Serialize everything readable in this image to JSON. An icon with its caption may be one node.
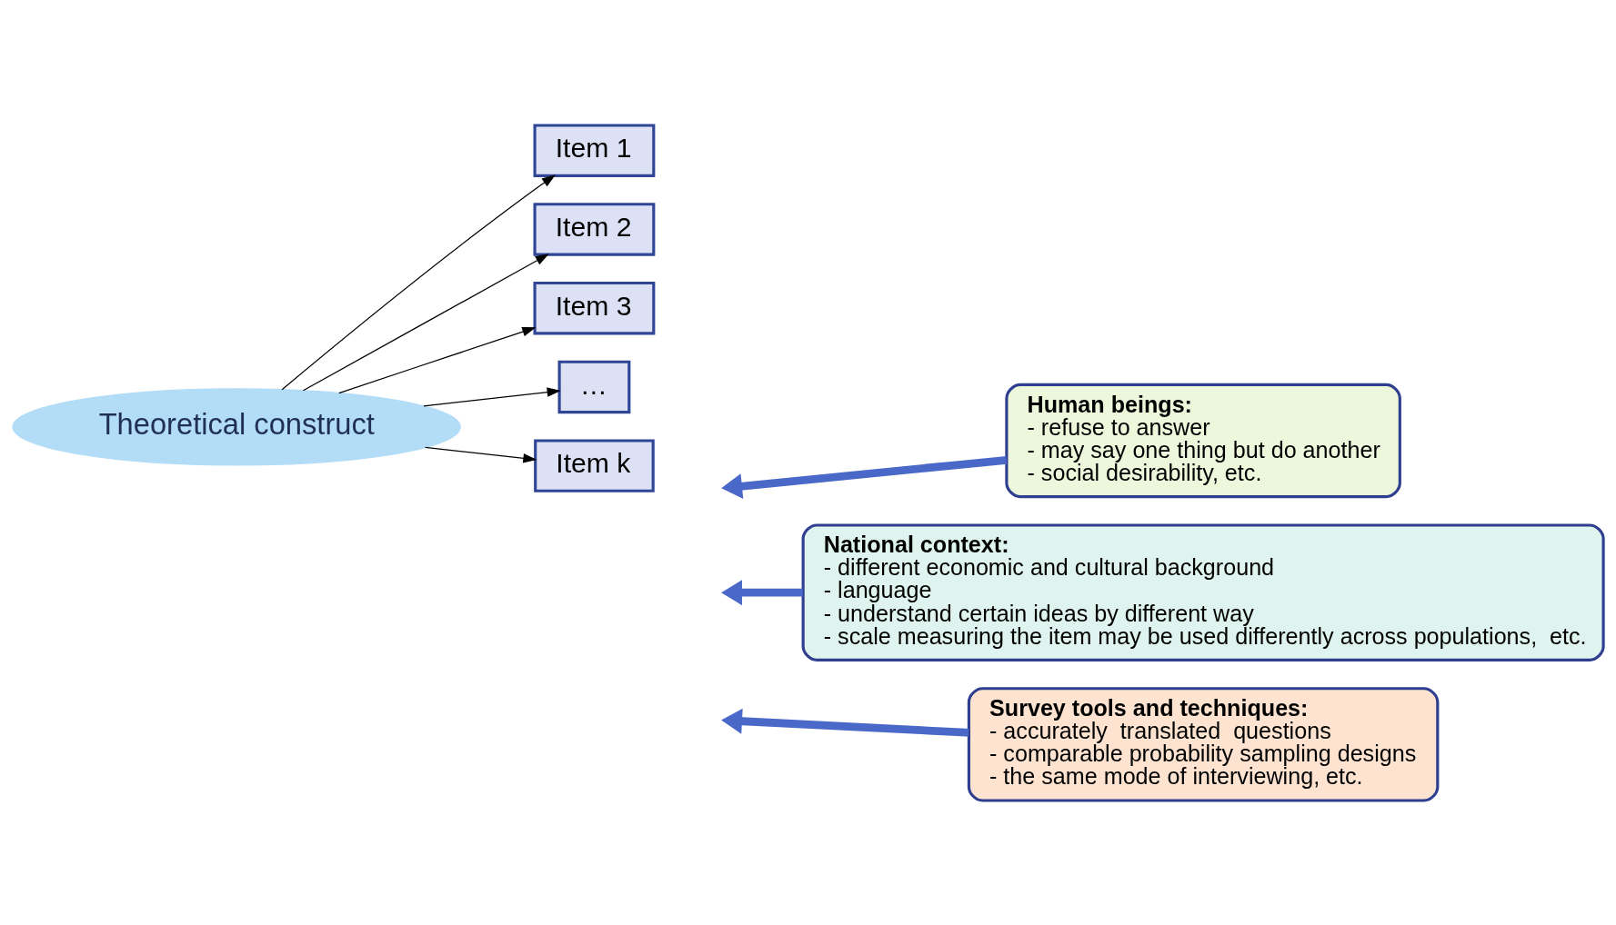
{
  "diagram": {
    "nodes": [
      {
        "text": [
          "Theoretical construct"
        ]
      },
      {
        "text": [
          "Item 1"
        ]
      },
      {
        "text": [
          "Item 2"
        ]
      },
      {
        "text": [
          "Item 3"
        ]
      },
      {
        "text": [
          "…"
        ]
      },
      {
        "text": [
          "Item k"
        ]
      },
      {
        "text": [
          "Human beings:",
          "- refuse to answer",
          "- may say one thing but do another",
          "- social desirability, etc."
        ]
      },
      {
        "text": [
          "National context:",
          "- different economic and cultural background",
          "- language",
          "- understand certain ideas by different way",
          "- scale measuring the item may be used differently across populations,  etc."
        ]
      },
      {
        "text": [
          "Survey tools and techniques:",
          "- accurately  translated  questions",
          "- comparable probability sampling designs",
          "- the same mode of interviewing, etc."
        ]
      }
    ],
    "edges": [
      {
        "from": 0,
        "to": 1,
        "arrow": "to"
      },
      {
        "from": 0,
        "to": 2,
        "arrow": "to"
      },
      {
        "from": 0,
        "to": 3,
        "arrow": "to"
      },
      {
        "from": 0,
        "to": 4,
        "arrow": "to"
      },
      {
        "from": 0,
        "to": 5,
        "arrow": "to"
      },
      {
        "from": 6,
        "to": null,
        "arrow": "to",
        "style": "thick",
        "color": "#4a68c8"
      },
      {
        "from": 7,
        "to": null,
        "arrow": "to",
        "style": "thick",
        "color": "#4a68c8"
      },
      {
        "from": 8,
        "to": null,
        "arrow": "to",
        "style": "thick",
        "color": "#4a68c8"
      }
    ]
  }
}
